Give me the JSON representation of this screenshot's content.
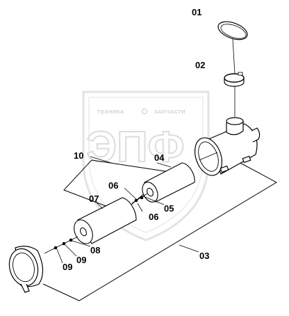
{
  "watermark": {
    "line1": "ТЕХНИКА",
    "line2": "ЗАПЧАСТИ",
    "big": "ЭПФ"
  },
  "labels": {
    "p01": "01",
    "p02": "02",
    "p03": "03",
    "p04": "04",
    "p05": "05",
    "p06a": "06",
    "p06b": "06",
    "p07": "07",
    "p08": "08",
    "p09a": "09",
    "p09b": "09",
    "p10": "10"
  }
}
